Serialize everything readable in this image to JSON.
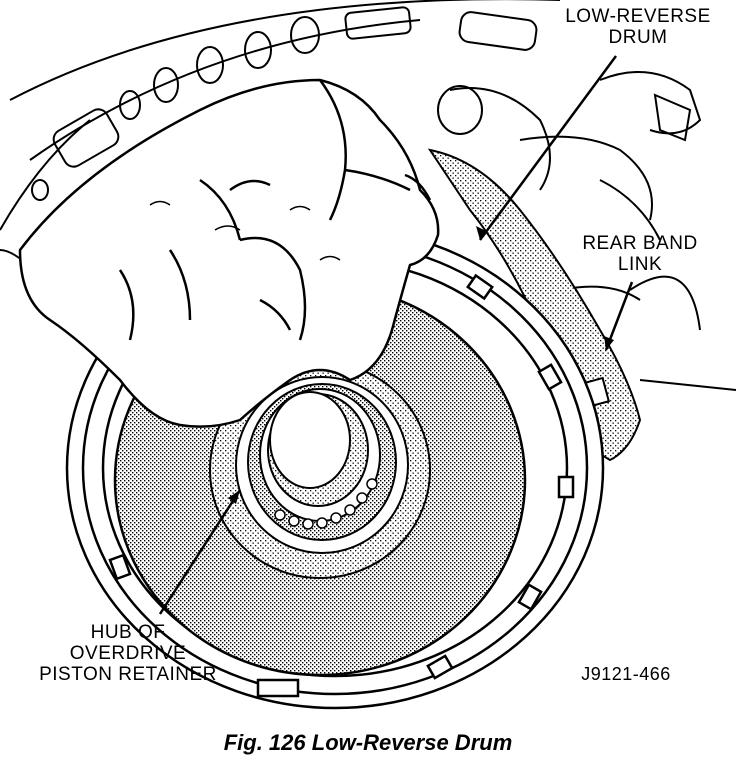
{
  "labels": {
    "low_reverse_drum": [
      "LOW-REVERSE",
      "DRUM"
    ],
    "rear_band_link": [
      "REAR BAND",
      "LINK"
    ],
    "hub_of_overdrive_piston_retainer": [
      "HUB OF",
      "OVERDRIVE",
      "PISTON RETAINER"
    ],
    "figure_code": "J9121-466"
  },
  "caption": "Fig. 126 Low-Reverse Drum",
  "colors": {
    "ink": "#000000",
    "shade": "#9a9a9a",
    "paper": "#ffffff"
  }
}
